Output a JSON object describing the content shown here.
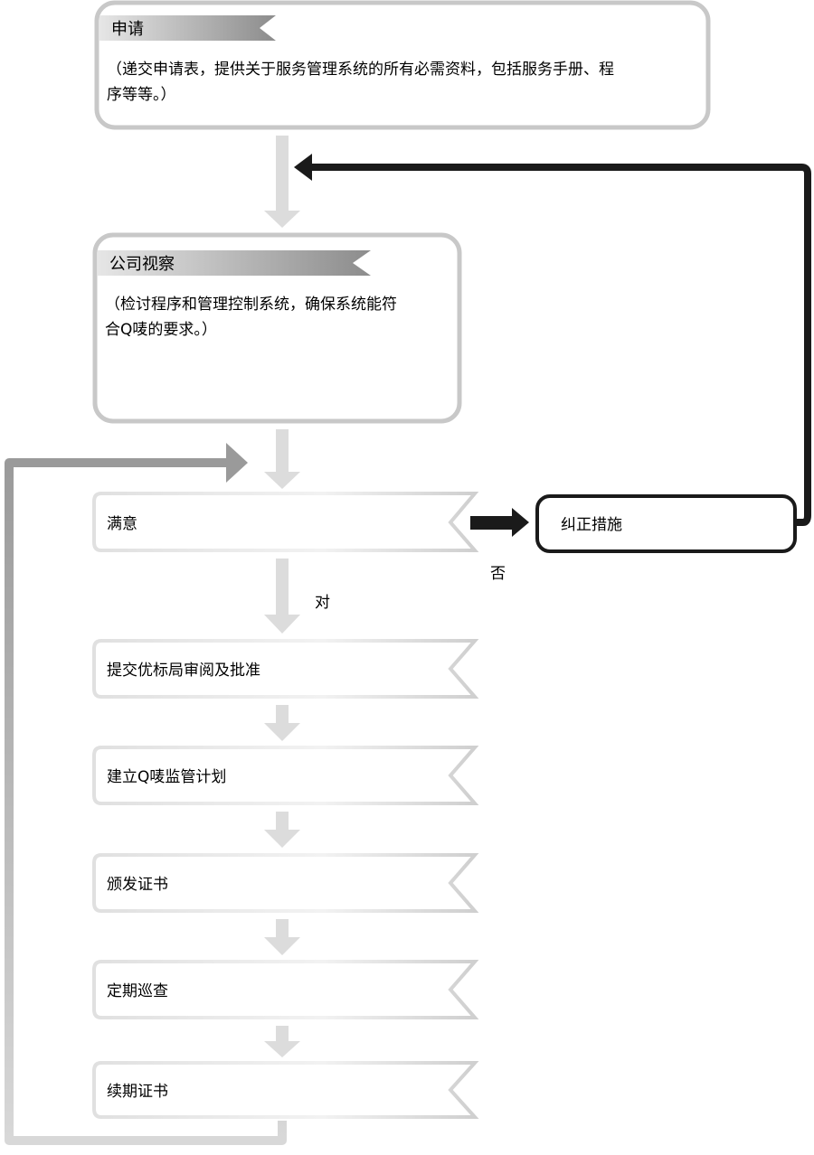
{
  "steps": {
    "application": {
      "title": "申请",
      "desc_line1": "（递交申请表，提供关于服务管理系统的所有必需资料，包括服务手册、程",
      "desc_line2": "序等等。）"
    },
    "inspection": {
      "title": "公司视察",
      "desc_line1": "（检讨程序和管理控制系统，确保系统能符",
      "desc_line2": "合Q唛的要求。）"
    },
    "satisfied": "满意",
    "corrective": "纠正措施",
    "no_label": "否",
    "yes_label": "对",
    "submit": "提交优标局审阅及批准",
    "plan": "建立Q唛监管计划",
    "certificate": "颁发证书",
    "patrol": "定期巡查",
    "renew": "续期证书"
  }
}
